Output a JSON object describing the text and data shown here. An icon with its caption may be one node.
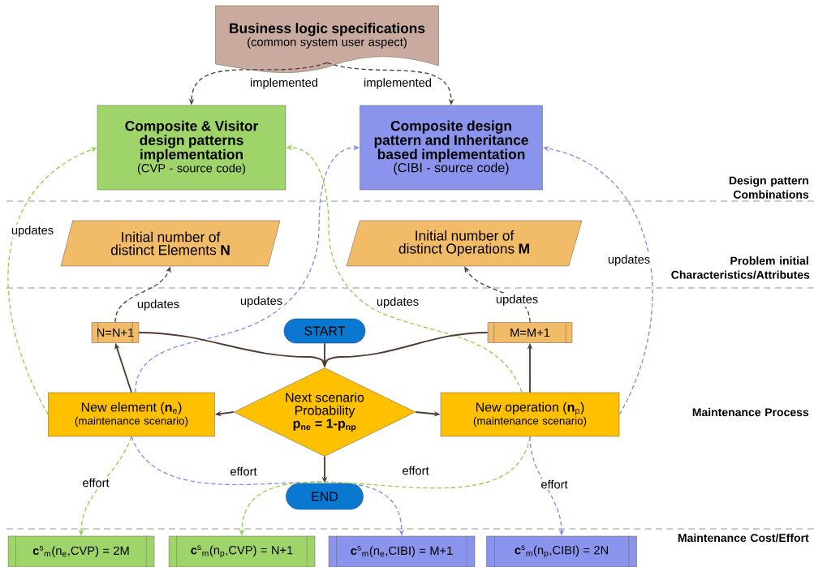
{
  "diagram": {
    "nodes": [
      {
        "text": [
          "Business logic specifications",
          "(common system user aspect)"
        ]
      },
      {
        "text": [
          "Composite & Visitor design patterns implementation",
          "(CVP - source code)"
        ]
      },
      {
        "text": [
          "Composite design pattern and Inheritance based implementation",
          "(CIBI - source code)"
        ]
      },
      {
        "text": [
          "Initial number of distinct Elements **N**"
        ]
      },
      {
        "text": [
          "Initial number of distinct Operations **M**"
        ]
      },
      {
        "text": [
          "N=N+1"
        ]
      },
      {
        "text": [
          "START"
        ]
      },
      {
        "text": [
          "M=M+1"
        ]
      },
      {
        "text": [
          "New element (**n**$_{e}$)",
          "(maintenance scenario)"
        ]
      },
      {
        "text": [
          "Next scenario Probability",
          "p$_{ne}$ = 1-p$_{np}$"
        ]
      },
      {
        "text": [
          "New operation (**n**$_{p}$)",
          "(maintenance scenario)"
        ]
      },
      {
        "text": [
          "END"
        ]
      },
      {
        "text": [
          "**c**$^{s}$$_{m}$(n$_{e}$,CVP) = 2M"
        ]
      },
      {
        "text": [
          "**c**$^{s}$$_{m}$(n$_{p}$,CVP) = N+1"
        ]
      },
      {
        "text": [
          "**c**$^{s}$$_{m}$(n$_{e}$,CIBI) = M+1"
        ]
      },
      {
        "text": [
          "**c**$^{s}$$_{m}$(n$_{p}$,CIBI) = 2N"
        ]
      }
    ],
    "edges": [
      {
        "from": 0,
        "to": 1,
        "arrow": "to",
        "label": "implemented",
        "style": "dashed"
      },
      {
        "from": 0,
        "to": 2,
        "arrow": "to",
        "label": "implemented",
        "style": "dashed"
      },
      {
        "from": 5,
        "to": 3,
        "arrow": "to",
        "label": "updates",
        "style": "dashed"
      },
      {
        "from": 7,
        "to": 4,
        "arrow": "to",
        "label": "updates",
        "style": "dashed"
      },
      {
        "from": 8,
        "to": 1,
        "arrow": "to",
        "label": "updates",
        "style": "dashed",
        "color": "#92d050"
      },
      {
        "from": 8,
        "to": 2,
        "arrow": "to",
        "label": "updates",
        "style": "dashed",
        "color": "#7f8ff0"
      },
      {
        "from": 10,
        "to": 1,
        "arrow": "to",
        "label": "updates",
        "style": "dashed",
        "color": "#92d050"
      },
      {
        "from": 10,
        "to": 2,
        "arrow": "to",
        "label": "updates",
        "style": "dashed",
        "color": "#7f8ff0"
      },
      {
        "from": 6,
        "to": 9,
        "arrow": "to"
      },
      {
        "from": 5,
        "to": 9,
        "arrow": "to"
      },
      {
        "from": 7,
        "to": 9,
        "arrow": "to"
      },
      {
        "from": 9,
        "to": 8,
        "arrow": "to"
      },
      {
        "from": 9,
        "to": 10,
        "arrow": "to"
      },
      {
        "from": 9,
        "to": 11,
        "arrow": "to"
      },
      {
        "from": 8,
        "to": 5,
        "arrow": "to"
      },
      {
        "from": 10,
        "to": 7,
        "arrow": "to"
      },
      {
        "from": 8,
        "to": 12,
        "arrow": "to",
        "label": "effort",
        "style": "dashed",
        "color": "#92d050"
      },
      {
        "from": 8,
        "to": 14,
        "arrow": "to",
        "label": "effort",
        "style": "dashed",
        "color": "#7f8ff0"
      },
      {
        "from": 10,
        "to": 13,
        "arrow": "to",
        "label": "effort",
        "style": "dashed",
        "color": "#92d050"
      },
      {
        "from": 10,
        "to": 15,
        "arrow": "to",
        "label": "effort",
        "style": "dashed",
        "color": "#7f8ff0"
      }
    ],
    "labels": [
      "Design pattern Combinations",
      "Problem initial Characteristics/Attributes",
      "Maintenance Process",
      "Maintenance Cost/Effort"
    ]
  }
}
